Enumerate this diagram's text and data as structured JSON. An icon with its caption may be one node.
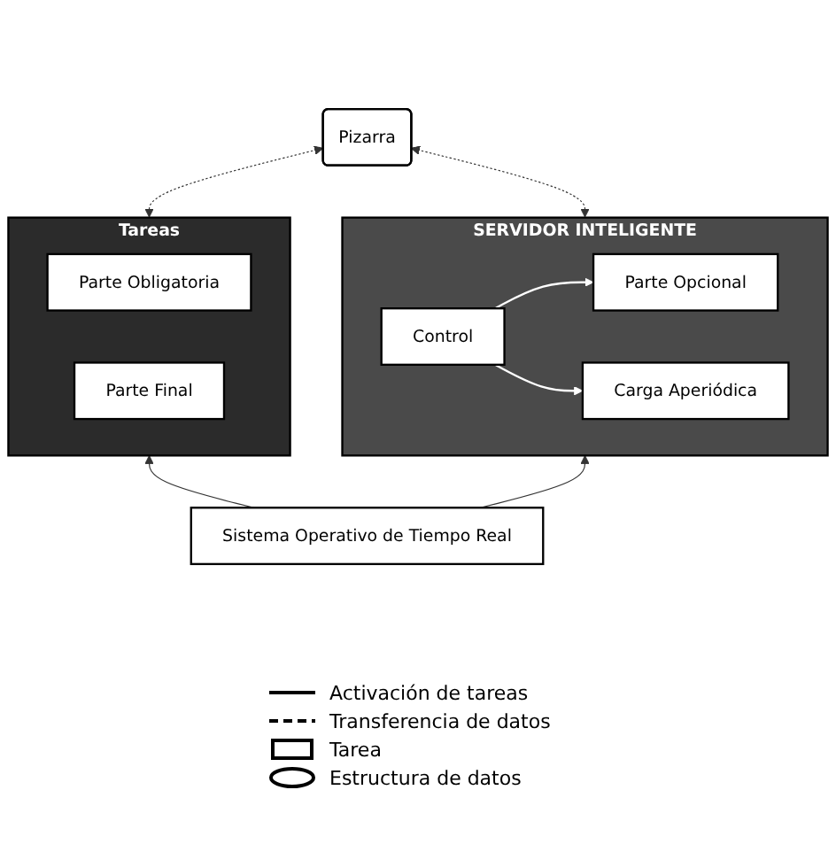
{
  "diagram": {
    "nodes": [
      {
        "text": [
          "Pizarra"
        ]
      },
      {
        "text": [
          "Tareas"
        ]
      },
      {
        "text": [
          "Parte Obligatoria"
        ],
        "in": 1
      },
      {
        "text": [
          "Parte Final"
        ],
        "in": 1
      },
      {
        "text": [
          "SERVIDOR INTELIGENTE"
        ]
      },
      {
        "text": [
          "Parte Opcional"
        ],
        "in": 4
      },
      {
        "text": [
          "Carga Aperiódica"
        ],
        "in": 4
      },
      {
        "text": [
          "Control"
        ],
        "in": 4
      },
      {
        "text": [
          "Sistema Operativo de Tiempo Real"
        ]
      }
    ],
    "edges": [
      {
        "from": 1,
        "to": 0,
        "arrow": "both",
        "style": "dashed"
      },
      {
        "from": 4,
        "to": 0,
        "arrow": "both",
        "style": "dashed"
      },
      {
        "from": 7,
        "to": 5,
        "arrow": "to",
        "color": "#ffffff"
      },
      {
        "from": 7,
        "to": 6,
        "arrow": "to",
        "color": "#ffffff"
      },
      {
        "from": 8,
        "to": 1,
        "arrow": "to"
      },
      {
        "from": 8,
        "to": 4,
        "arrow": "to"
      }
    ],
    "legend": [
      {
        "text": "Activación de tareas"
      },
      {
        "text": "Transferencia de datos"
      },
      {
        "text": "Tarea"
      },
      {
        "text": "Estructura de datos"
      }
    ]
  }
}
